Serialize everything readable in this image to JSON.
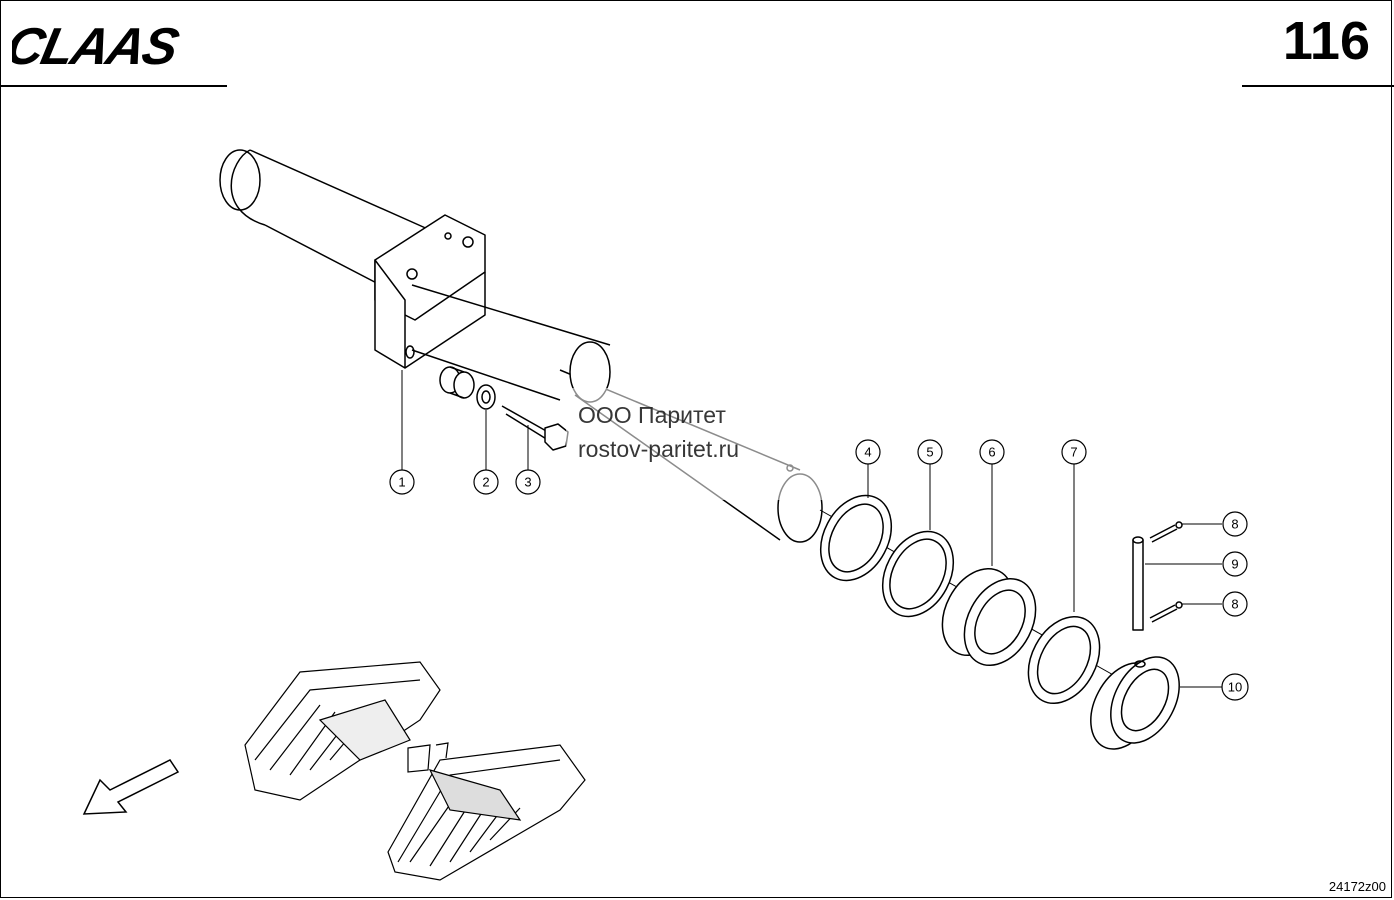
{
  "header": {
    "brand": "CLAAS",
    "page_number": "116"
  },
  "callouts": [
    "1",
    "2",
    "3",
    "4",
    "5",
    "6",
    "7",
    "8",
    "9",
    "8",
    "10"
  ],
  "watermark": {
    "line1": "ООО Паритет",
    "line2": "rostov-paritet.ru"
  },
  "drawing_id": "24172z00"
}
